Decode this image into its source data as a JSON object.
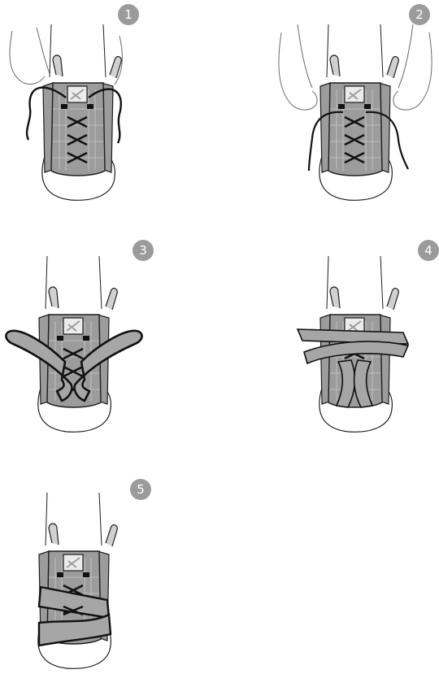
{
  "colors": {
    "background": "#ffffff",
    "badge": "#9b9b9b",
    "badge_text": "#ffffff",
    "brace_fill": "#9c9c9c",
    "brace_panel": "#b4b4b4",
    "strap_fill": "#a6a6a6",
    "outline": "#1e1e1e",
    "hand_line": "#6a6a6a",
    "lace": "#111111"
  },
  "steps": [
    {
      "number": "1"
    },
    {
      "number": "2"
    },
    {
      "number": "3"
    },
    {
      "number": "4"
    },
    {
      "number": "5"
    }
  ]
}
